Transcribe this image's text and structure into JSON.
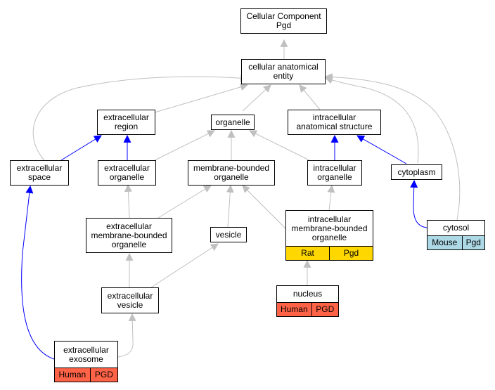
{
  "colors": {
    "gray_edge": "#c0c0c0",
    "blue_edge": "#0000ff",
    "human": "#ff6347",
    "rat": "#ffd700",
    "mouse": "#add8e6"
  },
  "nodes": {
    "cellular_component": "Cellular Component\nPgd",
    "cellular_anatomical_entity": "cellular anatomical\nentity",
    "extracellular_region": "extracellular\nregion",
    "organelle": "organelle",
    "intracellular_anatomical_structure": "intracellular\nanatomical structure",
    "extracellular_space": "extracellular\nspace",
    "extracellular_organelle": "extracellular\norganelle",
    "membrane_bounded_organelle": "membrane-bounded\norganelle",
    "intracellular_organelle": "intracellular\norganelle",
    "cytoplasm": "cytoplasm",
    "extracellular_membrane_bounded_organelle": "extracellular\nmembrane-bounded\norganelle",
    "vesicle": "vesicle",
    "intracellular_membrane_bounded_organelle": "intracellular\nmembrane-bounded\norganelle",
    "cytosol": "cytosol",
    "extracellular_vesicle": "extracellular\nvesicle",
    "nucleus": "nucleus",
    "extracellular_exosome": "extracellular\nexosome"
  },
  "tags": {
    "imbo": [
      "Rat",
      "Pgd"
    ],
    "cytosol": [
      "Mouse",
      "Pgd"
    ],
    "nucleus": [
      "Human",
      "PGD"
    ],
    "exosome": [
      "Human",
      "PGD"
    ]
  }
}
